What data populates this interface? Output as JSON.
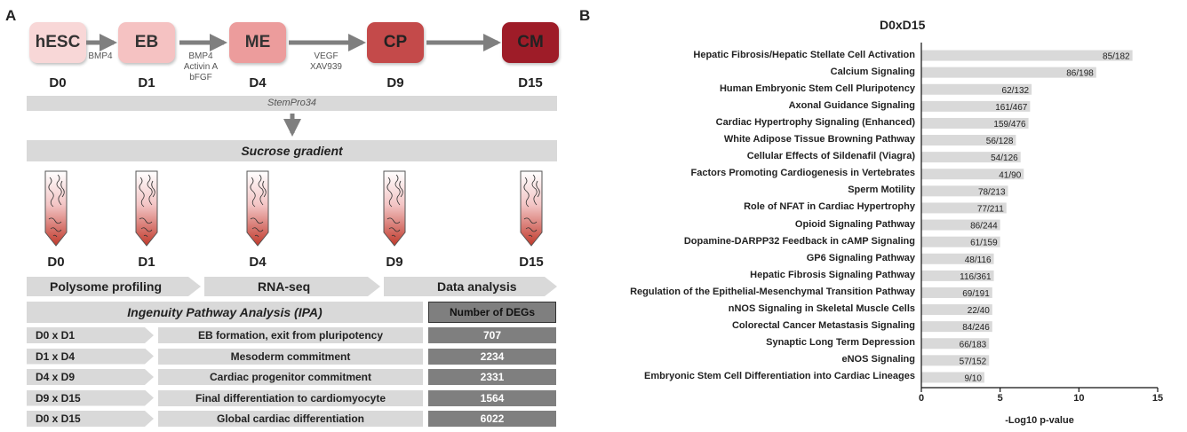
{
  "panel_a": {
    "letter": "A",
    "stages": [
      {
        "label": "hESC",
        "day": "D0",
        "color": "#f8d7d7",
        "text_color": "#333"
      },
      {
        "label": "EB",
        "day": "D1",
        "color": "#f5c2c2",
        "text_color": "#333"
      },
      {
        "label": "ME",
        "day": "D4",
        "color": "#ec9c9c",
        "text_color": "#333"
      },
      {
        "label": "CP",
        "day": "D9",
        "color": "#c44a4a",
        "text_color": "#222"
      },
      {
        "label": "CM",
        "day": "D15",
        "color": "#9e1c28",
        "text_color": "#222"
      }
    ],
    "factors": [
      "BMP4",
      "BMP4\nActivin A\nbFGF",
      "VEGF\nXAV939"
    ],
    "medium": "StemPro34",
    "gradient": "Sucrose gradient",
    "tube_days": [
      "D0",
      "D1",
      "D4",
      "D9",
      "D15"
    ],
    "workflow": [
      "Polysome profiling",
      "RNA-seq",
      "Data analysis"
    ],
    "ipa_header": "Ingenuity Pathway Analysis (IPA)",
    "deg_header": "Number of DEGs",
    "comparisons": [
      {
        "cmp": "D0 x D1",
        "desc": "EB formation, exit from pluripotency",
        "degs": "707"
      },
      {
        "cmp": "D1 x D4",
        "desc": "Mesoderm commitment",
        "degs": "2234"
      },
      {
        "cmp": "D4 x D9",
        "desc": "Cardiac progenitor commitment",
        "degs": "2331"
      },
      {
        "cmp": "D9 x D15",
        "desc": "Final differentiation to cardiomyocyte",
        "degs": "1564"
      },
      {
        "cmp": "D0 x D15",
        "desc": "Global cardiac differentiation",
        "degs": "6022"
      }
    ]
  },
  "panel_b": {
    "letter": "B"
  },
  "chart_data": {
    "type": "bar",
    "orientation": "horizontal",
    "title": "D0xD15",
    "xlabel": "-Log10 p-value",
    "ylabel": "",
    "xlim": [
      0,
      15
    ],
    "xticks": [
      0,
      5,
      10,
      15
    ],
    "bar_color": "#d9d9d9",
    "grid": false,
    "categories": [
      "Hepatic Fibrosis/Hepatic Stellate Cell Activation",
      "Calcium Signaling",
      "Human Embryonic Stem Cell Pluripotency",
      "Axonal Guidance Signaling",
      "Cardiac Hypertrophy Signaling (Enhanced)",
      "White Adipose Tissue Browning Pathway",
      "Cellular Effects of Sildenafil (Viagra)",
      "Factors Promoting Cardiogenesis in Vertebrates",
      "Sperm Motility",
      "Role of NFAT in Cardiac Hypertrophy",
      "Opioid Signaling Pathway",
      "Dopamine-DARPP32 Feedback in cAMP Signaling",
      "GP6 Signaling Pathway",
      "Hepatic Fibrosis Signaling Pathway",
      "Regulation of the Epithelial-Mesenchymal Transition Pathway",
      "nNOS Signaling in Skeletal Muscle Cells",
      "Colorectal Cancer Metastasis Signaling",
      "Synaptic Long Term Depression",
      "eNOS Signaling",
      "Embryonic Stem Cell Differentiation into Cardiac Lineages"
    ],
    "values": [
      13.4,
      11.1,
      7.0,
      6.9,
      6.8,
      6.0,
      6.3,
      6.5,
      5.5,
      5.4,
      5.0,
      5.0,
      4.6,
      4.6,
      4.5,
      4.5,
      4.5,
      4.3,
      4.3,
      4.0
    ],
    "labels": [
      "85/182",
      "86/198",
      "62/132",
      "161/467",
      "159/476",
      "56/128",
      "54/126",
      "41/90",
      "78/213",
      "77/211",
      "86/244",
      "61/159",
      "48/116",
      "116/361",
      "69/191",
      "22/40",
      "84/246",
      "66/183",
      "57/152",
      "9/10"
    ]
  }
}
